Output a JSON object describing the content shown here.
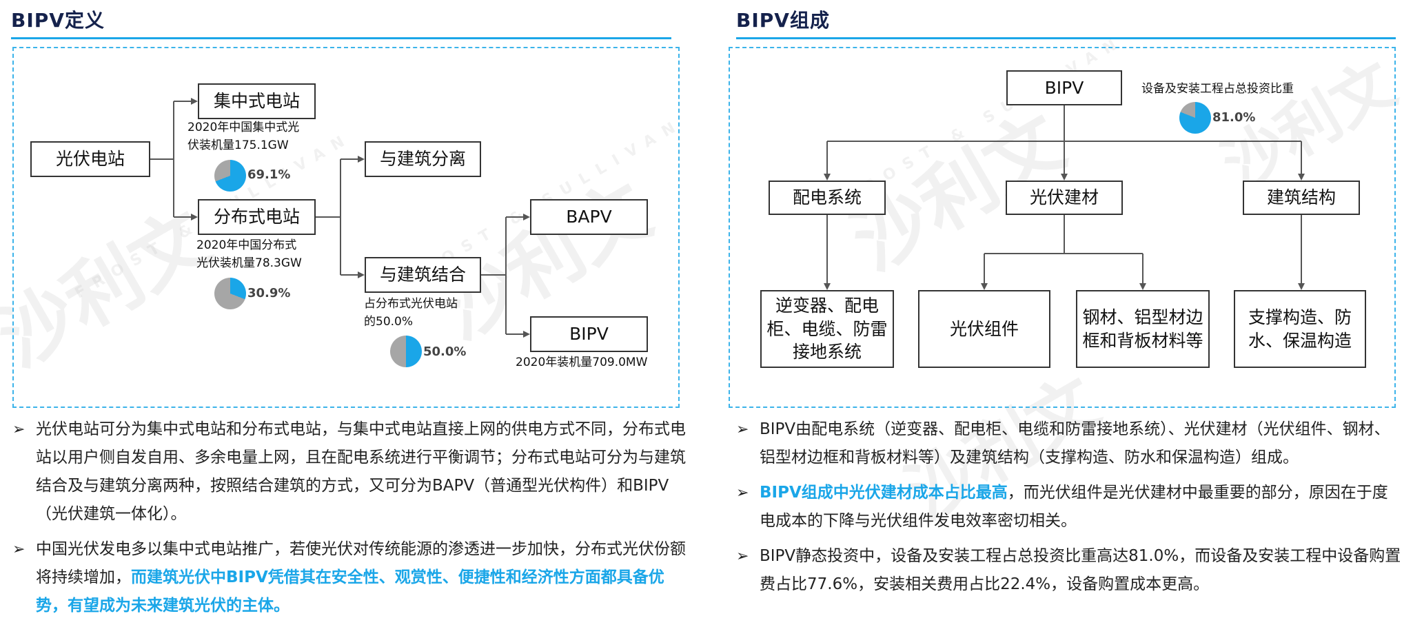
{
  "left": {
    "title": "BIPV定义",
    "boxes": {
      "pv_station": "光伏电站",
      "centralized": "集中式电站",
      "distributed": "分布式电站",
      "separated": "与建筑分离",
      "combined": "与建筑结合",
      "bapv": "BAPV",
      "bipv": "BIPV"
    },
    "notes": {
      "centralized_1": "2020年中国集中式光",
      "centralized_2": "伏装机量175.1GW",
      "distributed_1": "2020年中国分布式",
      "distributed_2": "光伏装机量78.3GW",
      "combined_1": "占分布式光伏电站",
      "combined_2": "的50.0%",
      "bipv_capacity": "2020年装机量709.0MW"
    },
    "pies": {
      "centralized": {
        "value": 69.1,
        "label": "69.1%"
      },
      "distributed": {
        "value": 30.9,
        "label": "30.9%"
      },
      "combined": {
        "value": 50.0,
        "label": "50.0%"
      }
    },
    "bullets": {
      "b1": "光伏电站可分为集中式电站和分布式电站，与集中式电站直接上网的供电方式不同，分布式电站以用户侧自发自用、多余电量上网，且在配电系统进行平衡调节；分布式电站可分为与建筑结合及与建筑分离两种，按照结合建筑的方式，又可分为BAPV（普通型光伏构件）和BIPV（光伏建筑一体化）。",
      "b2_plain": "中国光伏发电多以集中式电站推广，若使光伏对传统能源的渗透进一步加快，分布式光伏份额将持续增加，",
      "b2_highlight": "而建筑光伏中BIPV凭借其在安全性、观赏性、便捷性和经济性方面都具备优势，有望成为未来建筑光伏的主体。"
    }
  },
  "right": {
    "title": "BIPV组成",
    "boxes": {
      "root": "BIPV",
      "distribution": "配电系统",
      "pv_materials": "光伏建材",
      "structure": "建筑结构",
      "dist_detail": "逆变器、配电柜、电缆、防雷接地系统",
      "pv_modules": "光伏组件",
      "steel": "钢材、铝型材边框和背板材料等",
      "structure_detail": "支撑构造、防水、保温构造"
    },
    "equipment_note": "设备及安装工程占总投资比重",
    "pie": {
      "value": 81.0,
      "label": "81.0%"
    },
    "bullets": {
      "b1": "BIPV由配电系统（逆变器、配电柜、电缆和防雷接地系统）、光伏建材（光伏组件、钢材、铝型材边框和背板材料等）及建筑结构（支撑构造、防水和保温构造）组成。",
      "b2_highlight": "BIPV组成中光伏建材成本占比最高",
      "b2_plain": "，而光伏组件是光伏建材中最重要的部分，原因在于度电成本的下降与光伏组件发电效率密切相关。",
      "b3": "BIPV静态投资中，设备及安装工程占总投资比重高达81.0%，而设备及安装工程中设备购置费占比77.6%，安装相关费用占比22.4%，设备购置成本更高。"
    }
  },
  "colors": {
    "accent": "#1aa6e8",
    "pie_fill": "#1aa6e8",
    "pie_rest": "#a6a6a6",
    "title": "#15224c"
  },
  "bullet_marker": "➢",
  "watermark": {
    "brand_cn": "沙利文",
    "brand_en": "FROST & SULLIVAN"
  }
}
